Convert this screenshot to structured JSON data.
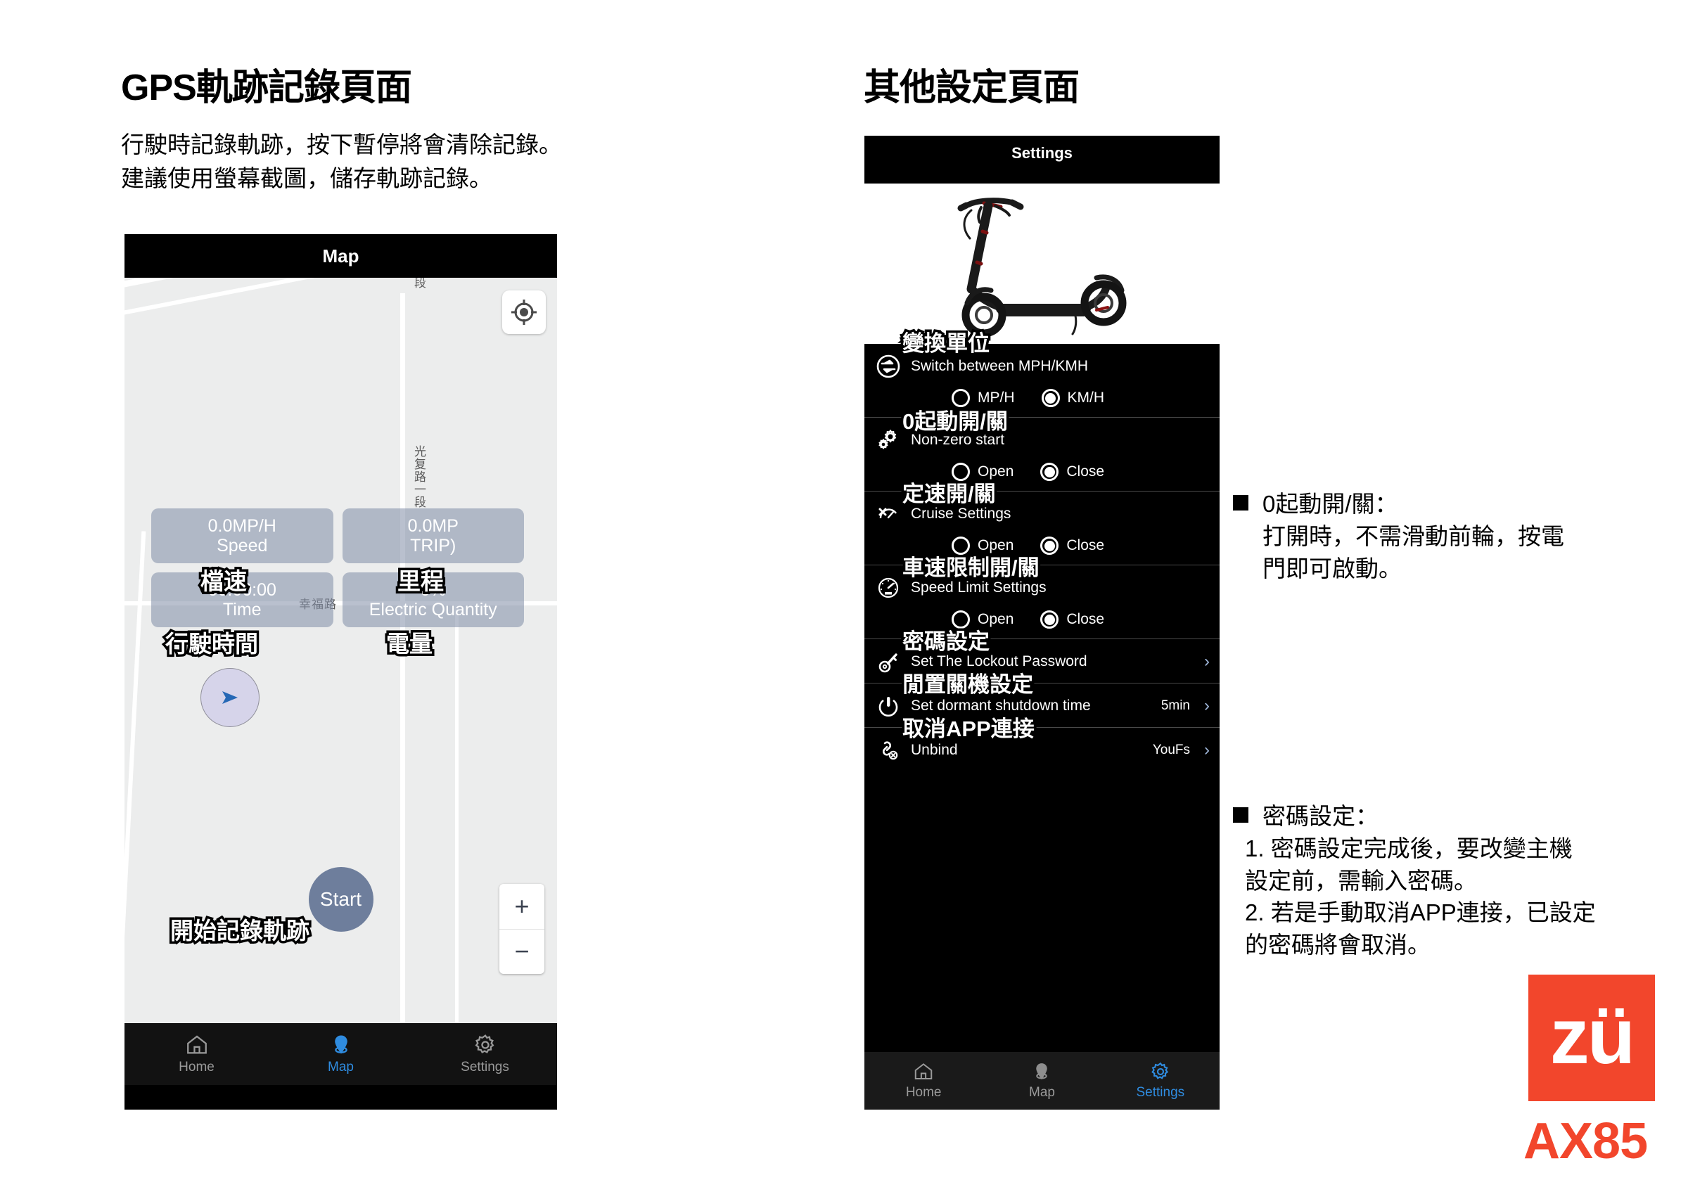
{
  "sections": {
    "left": {
      "title": "GPS軌跡記錄頁面",
      "description": "行駛時記錄軌跡，按下暫停將會清除記錄。\n建議使用螢幕截圖，儲存軌跡記錄。"
    },
    "right": {
      "title": "其他設定頁面"
    }
  },
  "map_phone": {
    "status_title": "Map",
    "road_labels": {
      "top_segment": "段",
      "vertical_road": "光复路一段",
      "cross_road": "幸福路"
    },
    "gps_button_icon": "crosshair-icon",
    "stats": [
      {
        "value": "0.0MP/H",
        "label": "Speed",
        "callout": "檔速"
      },
      {
        "value": "0.0MP",
        "label": "TRIP)",
        "callout": "里程"
      },
      {
        "value": "00:00:00",
        "label": "Time",
        "callout": "行駛時間"
      },
      {
        "value": "0%",
        "label": "Electric Quantity",
        "callout": "電量"
      }
    ],
    "start_button": {
      "label": "Start",
      "callout": "開始記錄軌跡"
    },
    "zoom_controls": {
      "in": "+",
      "out": "−"
    },
    "tabs": [
      {
        "label": "Home",
        "icon": "home-icon",
        "active": false
      },
      {
        "label": "Map",
        "icon": "map-pin-icon",
        "active": true
      },
      {
        "label": "Settings",
        "icon": "gear-icon",
        "active": false
      }
    ]
  },
  "settings_phone": {
    "status_title": "Settings",
    "hero_image": "electric-scooter-photo",
    "items": [
      {
        "icon": "switch-arrows-icon",
        "callout": "變換單位",
        "label": "Switch between MPH/KMH",
        "options": [
          {
            "label": "MP/H",
            "selected": false
          },
          {
            "label": "KM/H",
            "selected": true
          }
        ]
      },
      {
        "icon": "gears-icon",
        "callout": "0起動開/關",
        "label": "Non-zero start",
        "options": [
          {
            "label": "Open",
            "selected": false
          },
          {
            "label": "Close",
            "selected": true
          }
        ]
      },
      {
        "icon": "cruise-icon",
        "callout": "定速開/關",
        "label": "Cruise Settings",
        "options": [
          {
            "label": "Open",
            "selected": false
          },
          {
            "label": "Close",
            "selected": true
          }
        ]
      },
      {
        "icon": "speedometer-icon",
        "callout": "車速限制開/關",
        "label": "Speed Limit Settings",
        "options": [
          {
            "label": "Open",
            "selected": false
          },
          {
            "label": "Close",
            "selected": true
          }
        ]
      },
      {
        "icon": "key-icon",
        "callout": "密碼設定",
        "label": "Set The Lockout Password",
        "value": "",
        "chevron": "›"
      },
      {
        "icon": "power-icon",
        "callout": "閒置關機設定",
        "label": "Set dormant shutdown time",
        "value": "5min",
        "chevron": "›"
      },
      {
        "icon": "unlink-icon",
        "callout": "取消APP連接",
        "label": "Unbind",
        "value": "YouFs",
        "chevron": "›"
      }
    ],
    "tabs": [
      {
        "label": "Home",
        "icon": "home-icon",
        "active": false
      },
      {
        "label": "Map",
        "icon": "map-pin-icon",
        "active": false
      },
      {
        "label": "Settings",
        "icon": "gear-icon",
        "active": true
      }
    ]
  },
  "notes": [
    {
      "heading": "0起動開/關：",
      "body": "打開時，不需滑動前輪，按電\n門即可啟動。"
    },
    {
      "heading": "密碼設定：",
      "body": "1. 密碼設定完成後，要改變主機\n    設定前，需輸入密碼。\n2. 若是手動取消APP連接，已設定\n    的密碼將會取消。"
    }
  ],
  "brand": {
    "logo_text": "zü",
    "model": "AX85",
    "accent_color": "#f2462c"
  }
}
